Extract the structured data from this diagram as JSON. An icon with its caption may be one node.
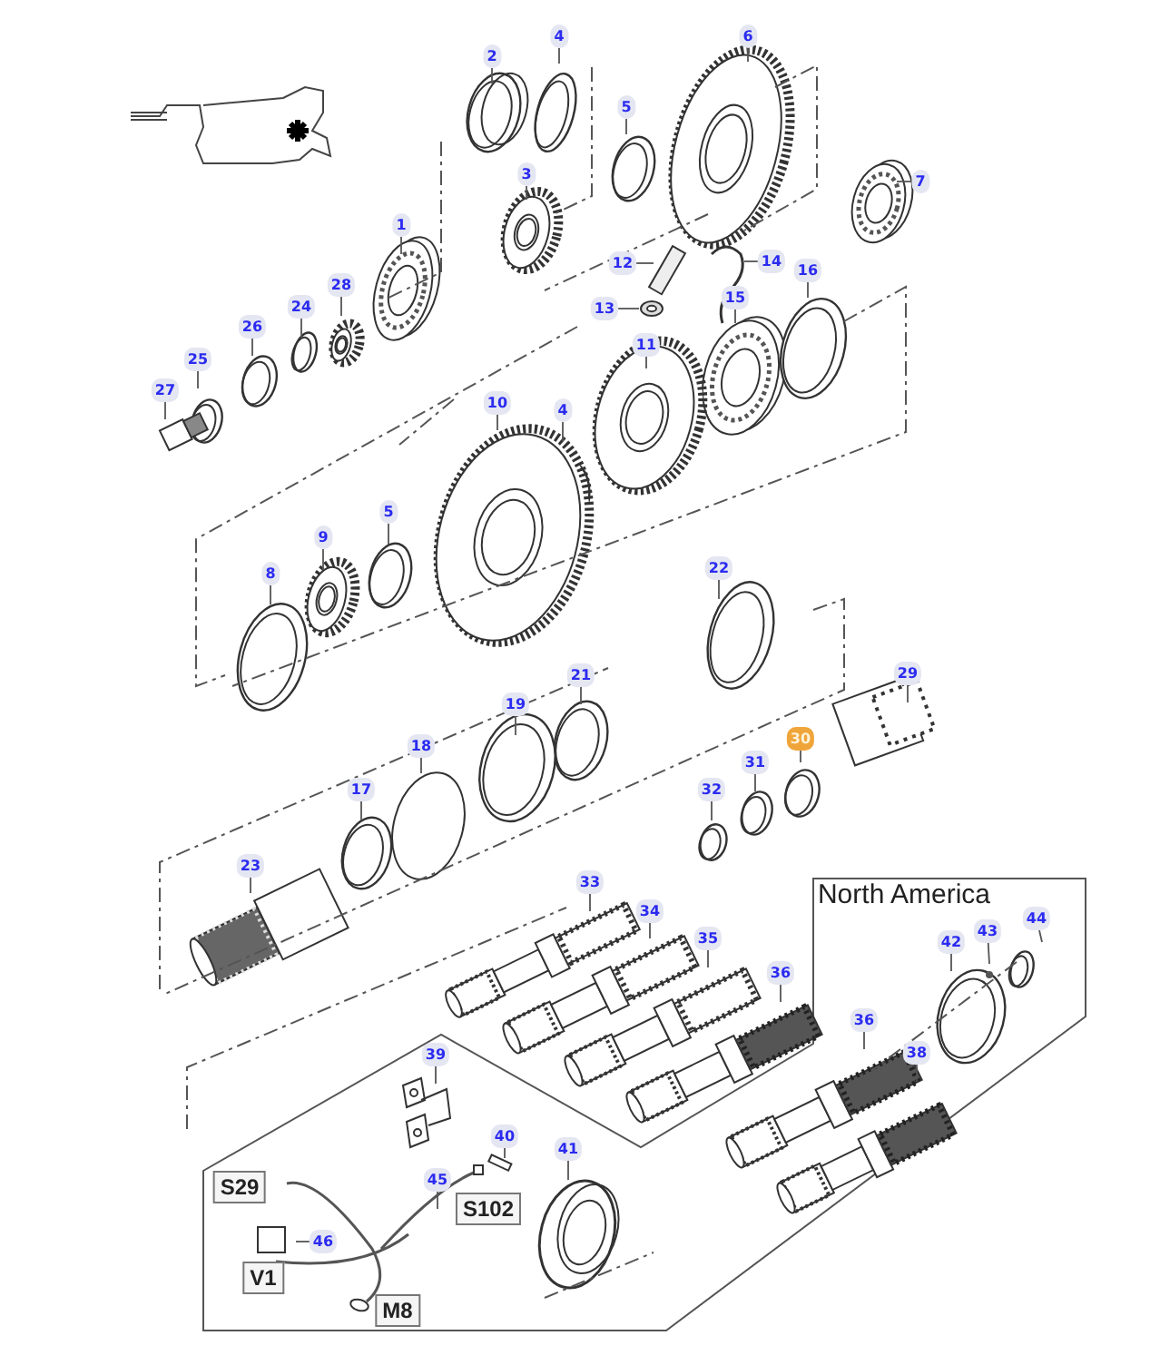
{
  "diagram": {
    "nodes": [
      {
        "text": [
          "4"
        ]
      },
      {
        "text": [
          "6"
        ]
      },
      {
        "text": [
          "2"
        ]
      },
      {
        "text": [
          "5"
        ]
      },
      {
        "text": [
          "3"
        ]
      },
      {
        "text": [
          "7"
        ]
      },
      {
        "text": [
          "1"
        ]
      },
      {
        "text": [
          "12"
        ]
      },
      {
        "text": [
          "14"
        ]
      },
      {
        "text": [
          "16"
        ]
      },
      {
        "text": [
          "28"
        ]
      },
      {
        "text": [
          "15"
        ]
      },
      {
        "text": [
          "24"
        ]
      },
      {
        "text": [
          "13"
        ]
      },
      {
        "text": [
          "26"
        ]
      },
      {
        "text": [
          "11"
        ]
      },
      {
        "text": [
          "25"
        ]
      },
      {
        "text": [
          "27"
        ]
      },
      {
        "text": [
          "10"
        ]
      },
      {
        "text": [
          "4"
        ]
      },
      {
        "text": [
          "5"
        ]
      },
      {
        "text": [
          "9"
        ]
      },
      {
        "text": [
          "22"
        ]
      },
      {
        "text": [
          "8"
        ]
      },
      {
        "text": [
          "29"
        ]
      },
      {
        "text": [
          "21"
        ]
      },
      {
        "text": [
          "19"
        ]
      },
      {
        "text": [
          "30"
        ]
      },
      {
        "text": [
          "18"
        ]
      },
      {
        "text": [
          "31"
        ]
      },
      {
        "text": [
          "17"
        ]
      },
      {
        "text": [
          "32"
        ]
      },
      {
        "text": [
          "23"
        ]
      },
      {
        "text": [
          "33"
        ]
      },
      {
        "text": [
          "North America"
        ]
      },
      {
        "text": [
          "34"
        ]
      },
      {
        "text": [
          "44"
        ]
      },
      {
        "text": [
          "35"
        ]
      },
      {
        "text": [
          "42"
        ]
      },
      {
        "text": [
          "43"
        ]
      },
      {
        "text": [
          "36"
        ]
      },
      {
        "text": [
          "36"
        ]
      },
      {
        "text": [
          "38"
        ]
      },
      {
        "text": [
          "39"
        ]
      },
      {
        "text": [
          "40"
        ]
      },
      {
        "text": [
          "41"
        ]
      },
      {
        "text": [
          "45"
        ]
      },
      {
        "text": [
          "S29"
        ]
      },
      {
        "text": [
          "S102"
        ]
      },
      {
        "text": [
          "46"
        ]
      },
      {
        "text": [
          "V1"
        ]
      },
      {
        "text": [
          "M8"
        ]
      },
      {
        "text": [],
        "shape": "picture"
      }
    ],
    "edges": [
      {
        "from": 0,
        "to": null,
        "arrow": "none"
      },
      {
        "from": 1,
        "to": null,
        "arrow": "none"
      },
      {
        "from": 2,
        "to": null,
        "arrow": "none"
      },
      {
        "from": 3,
        "to": null,
        "arrow": "none"
      },
      {
        "from": 4,
        "to": null,
        "arrow": "none"
      },
      {
        "from": 5,
        "to": null,
        "arrow": "none"
      },
      {
        "from": 6,
        "to": null,
        "arrow": "none"
      },
      {
        "from": 7,
        "to": null,
        "arrow": "none"
      },
      {
        "from": 8,
        "to": null,
        "arrow": "none"
      },
      {
        "from": 9,
        "to": null,
        "arrow": "none"
      },
      {
        "from": 10,
        "to": null,
        "arrow": "none"
      },
      {
        "from": 11,
        "to": null,
        "arrow": "none"
      },
      {
        "from": 12,
        "to": null,
        "arrow": "none"
      },
      {
        "from": 13,
        "to": 52,
        "arrow": "none"
      },
      {
        "from": 14,
        "to": null,
        "arrow": "none"
      },
      {
        "from": 15,
        "to": null,
        "arrow": "none"
      },
      {
        "from": 16,
        "to": null,
        "arrow": "none"
      },
      {
        "from": 17,
        "to": null,
        "arrow": "none"
      },
      {
        "from": 18,
        "to": null,
        "arrow": "none"
      },
      {
        "from": 19,
        "to": null,
        "arrow": "none"
      },
      {
        "from": 20,
        "to": null,
        "arrow": "none"
      },
      {
        "from": 21,
        "to": null,
        "arrow": "none"
      },
      {
        "from": 22,
        "to": null,
        "arrow": "none"
      },
      {
        "from": 23,
        "to": null,
        "arrow": "none"
      },
      {
        "from": 24,
        "to": null,
        "arrow": "none"
      },
      {
        "from": 25,
        "to": null,
        "arrow": "none"
      },
      {
        "from": 26,
        "to": null,
        "arrow": "none"
      },
      {
        "from": 27,
        "to": null,
        "arrow": "none"
      },
      {
        "from": 28,
        "to": null,
        "arrow": "none"
      },
      {
        "from": 29,
        "to": null,
        "arrow": "none"
      },
      {
        "from": 30,
        "to": null,
        "arrow": "none"
      },
      {
        "from": 31,
        "to": null,
        "arrow": "none"
      },
      {
        "from": 32,
        "to": null,
        "arrow": "none"
      },
      {
        "from": 33,
        "to": null,
        "arrow": "none"
      },
      {
        "from": 35,
        "to": null,
        "arrow": "none"
      },
      {
        "from": 36,
        "to": null,
        "arrow": "none"
      },
      {
        "from": 37,
        "to": null,
        "arrow": "none"
      },
      {
        "from": 38,
        "to": null,
        "arrow": "none"
      },
      {
        "from": 39,
        "to": null,
        "arrow": "none"
      },
      {
        "from": 40,
        "to": null,
        "arrow": "none"
      },
      {
        "from": 41,
        "to": null,
        "arrow": "none"
      },
      {
        "from": 42,
        "to": null,
        "arrow": "none"
      },
      {
        "from": 43,
        "to": null,
        "arrow": "none"
      },
      {
        "from": 44,
        "to": null,
        "arrow": "none"
      },
      {
        "from": 45,
        "to": null,
        "arrow": "none"
      },
      {
        "from": 46,
        "to": null,
        "arrow": "none"
      },
      {
        "from": 49,
        "to": null,
        "arrow": "none"
      }
    ]
  }
}
